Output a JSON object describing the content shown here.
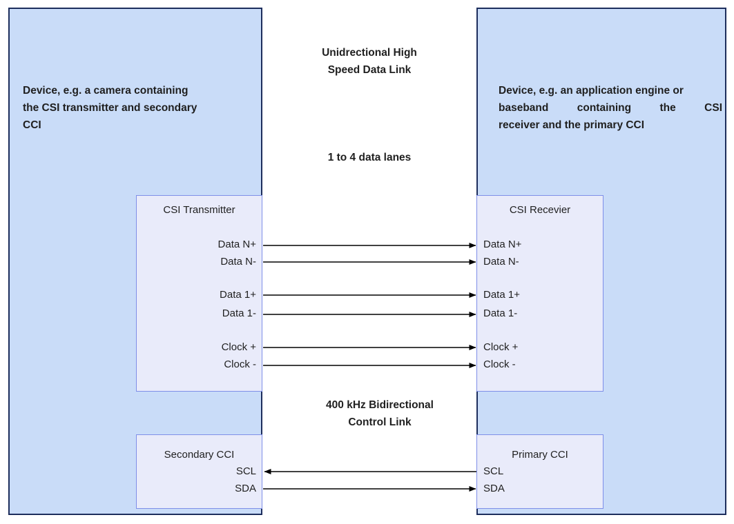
{
  "diagram": {
    "left_device": {
      "description_lines": [
        "Device, e.g. a camera containing",
        "the CSI transmitter and secondary",
        "CCI"
      ],
      "transmitter": {
        "title": "CSI Transmitter",
        "signals": [
          "Data N+",
          "Data N-",
          "Data 1+",
          "Data 1-",
          "Clock +",
          "Clock -"
        ]
      },
      "cci": {
        "title": "Secondary CCI",
        "signals": [
          "SCL",
          "SDA"
        ]
      }
    },
    "right_device": {
      "description_lines": [
        "Device, e.g. an application engine or",
        "baseband containing the CSI",
        "receiver and the primary CCI"
      ],
      "receiver": {
        "title": "CSI Recevier",
        "signals": [
          "Data N+",
          "Data N-",
          "Data 1+",
          "Data 1-",
          "Clock +",
          "Clock -"
        ]
      },
      "cci": {
        "title": "Primary CCI",
        "signals": [
          "SCL",
          "SDA"
        ]
      }
    },
    "labels": {
      "high_speed_link_line1": "Unidrectional High",
      "high_speed_link_line2": "Speed Data Link",
      "data_lanes": "1 to 4 data lanes",
      "control_link_line1": "400 kHz Bidirectional",
      "control_link_line2": "Control Link"
    },
    "colors": {
      "device_fill": "#c9dcf8",
      "device_border": "#1c2d5c",
      "module_fill": "#e9ebfa",
      "module_border": "#7e8ee8",
      "wire": "#000000",
      "text": "#1f1f1f"
    }
  }
}
